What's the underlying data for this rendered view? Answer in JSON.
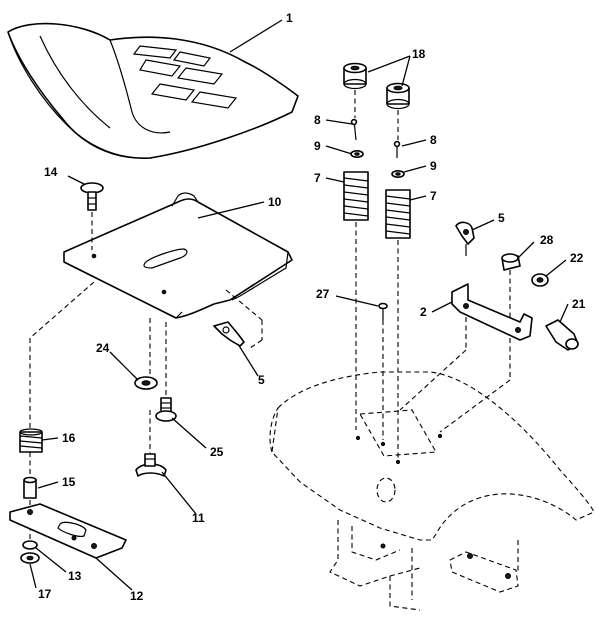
{
  "callouts": {
    "c1": "1",
    "c18": "18",
    "c8a": "8",
    "c9a": "9",
    "c8b": "8",
    "c9b": "9",
    "c7a": "7",
    "c7b": "7",
    "c14": "14",
    "c10": "10",
    "c5a": "5",
    "c28": "28",
    "c22": "22",
    "c27": "27",
    "c2": "2",
    "c21": "21",
    "c24": "24",
    "c5b": "5",
    "c16": "16",
    "c25": "25",
    "c15": "15",
    "c11": "11",
    "c13": "13",
    "c12": "12",
    "c17": "17"
  }
}
